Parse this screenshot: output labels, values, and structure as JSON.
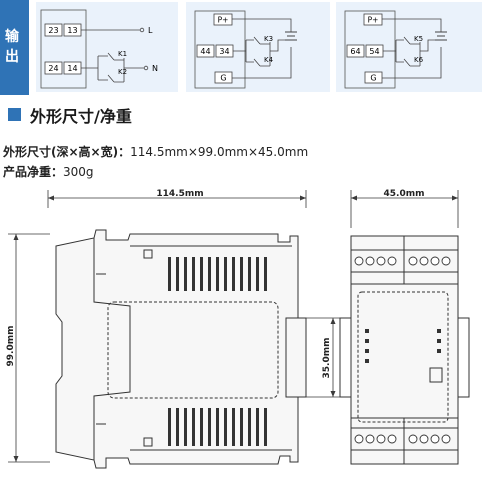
{
  "output_tab": {
    "label_line1": "输",
    "label_line2": "出"
  },
  "diagram1": {
    "t1": "23",
    "t2": "13",
    "t3": "24",
    "t4": "14",
    "k1": "K1",
    "k2": "K2",
    "out_l": "L",
    "out_n": "N"
  },
  "diagram2": {
    "p": "P+",
    "t1": "44",
    "t2": "34",
    "k1": "K3",
    "k2": "K4",
    "g": "G"
  },
  "diagram3": {
    "p": "P+",
    "t1": "64",
    "t2": "54",
    "k1": "K5",
    "k2": "K6",
    "g": "G"
  },
  "section": {
    "title": "外形尺寸/净重"
  },
  "specs": {
    "dimensions_label": "外形尺寸(深×高×宽)：",
    "dimensions_value": "114.5mm×99.0mm×45.0mm",
    "weight_label": "产品净重：",
    "weight_value": "300g"
  },
  "drawing": {
    "depth": "114.5mm",
    "height": "99.0mm",
    "rail": "35.0mm",
    "width": "45.0mm"
  },
  "colors": {
    "accent": "#2f73b6",
    "panel_bg": "#eaf2fb",
    "line": "#3a3a3a"
  }
}
